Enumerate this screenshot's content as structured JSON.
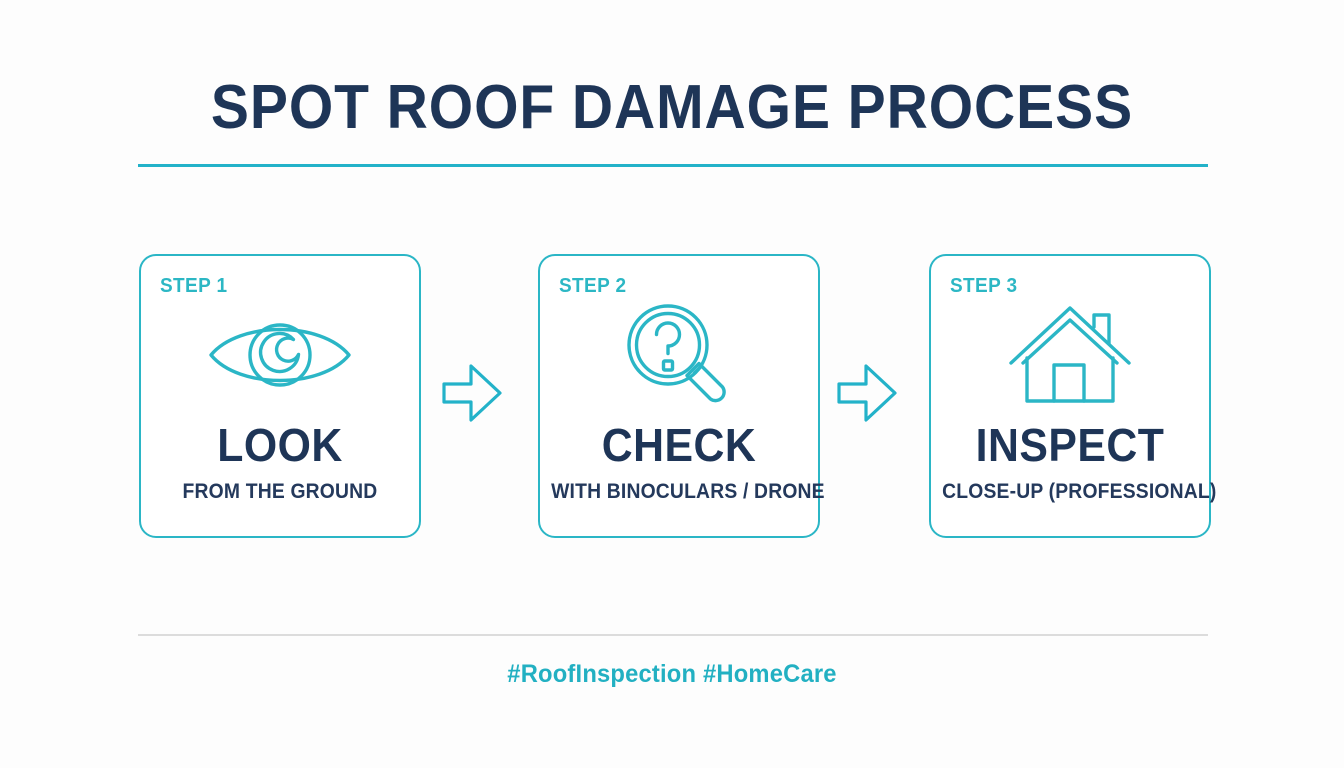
{
  "header": {
    "title": "SPOT ROOF DAMAGE PROCESS",
    "rule_color": "#23b2c9"
  },
  "theme": {
    "navy": "#1e3557",
    "teal": "#2bb6c6",
    "teal_light": "#2cb7c4",
    "background": "#fdfdfd",
    "divider_gray": "#dcdcdc"
  },
  "steps": [
    {
      "step_label": "STEP 1",
      "icon": "eye-icon",
      "heading": "LOOK",
      "subtitle": "FROM THE GROUND"
    },
    {
      "step_label": "STEP 2",
      "icon": "magnifier-question-icon",
      "heading": "CHECK",
      "subtitle": "WITH BINOCULARS / DRONE"
    },
    {
      "step_label": "STEP 3",
      "icon": "house-icon",
      "heading": "INSPECT",
      "subtitle": "CLOSE-UP (PROFESSIONAL)"
    }
  ],
  "connectors": [
    {
      "icon": "arrow-right-icon"
    },
    {
      "icon": "arrow-right-icon"
    }
  ],
  "footer": {
    "hashtags": "#RoofInspection #HomeCare"
  }
}
